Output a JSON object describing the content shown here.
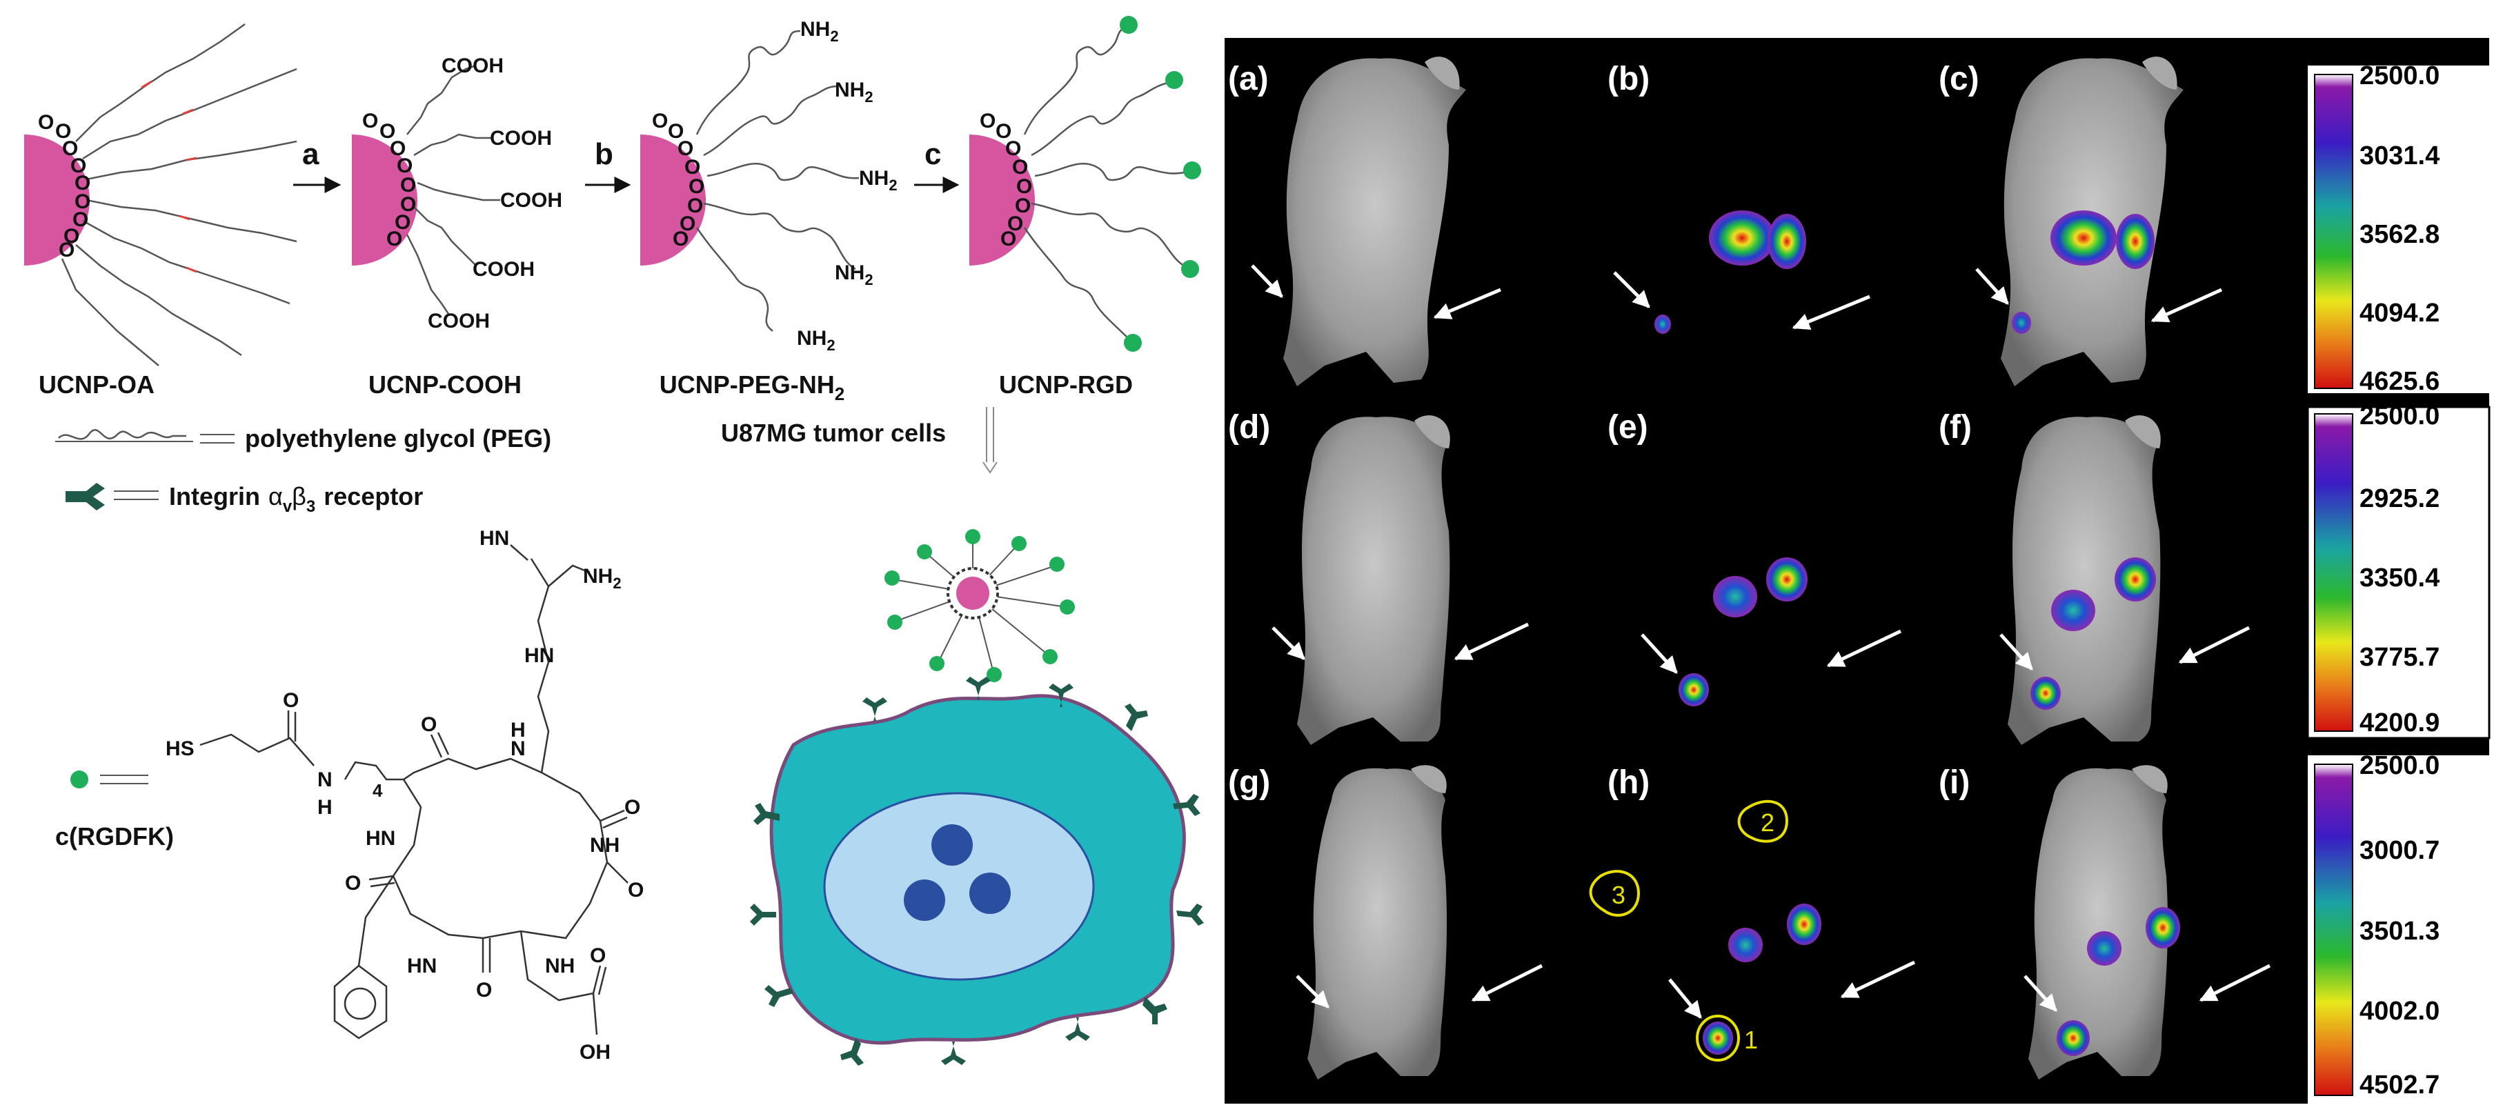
{
  "scheme": {
    "step_labels": [
      "a",
      "b",
      "c"
    ],
    "terminal_groups": {
      "cooh": "COOH",
      "nh2_main": "NH",
      "nh2_sub": "2",
      "o": "O"
    },
    "products": [
      "UCNP-OA",
      "UCNP-COOH",
      "UCNP-PEG-NH",
      "UCNP-RGD"
    ],
    "product_sub": "2",
    "legend": {
      "peg": "polyethylene glycol (PEG)",
      "integrin_prefix": "Integrin",
      "alpha": "α",
      "v": "v",
      "beta": "β",
      "three": "3",
      "receptor": "receptor"
    },
    "cell_label": "U87MG tumor cells",
    "rgd_label": "c(RGDFK)",
    "structure": {
      "HN": "HN",
      "NH": "NH",
      "NH2": "NH",
      "two": "2",
      "HS": "HS",
      "O": "O",
      "N": "N",
      "H": "H",
      "four": "4",
      "OH": "OH"
    }
  },
  "imaging": {
    "panel_labels": [
      "(a)",
      "(b)",
      "(c)",
      "(d)",
      "(e)",
      "(f)",
      "(g)",
      "(h)",
      "(i)"
    ],
    "roi_labels": [
      "1",
      "2",
      "3"
    ],
    "scalebars": [
      {
        "ticks": [
          "2500.0",
          "3031.4",
          "3562.8",
          "4094.2",
          "4625.6"
        ]
      },
      {
        "ticks": [
          "2500.0",
          "2925.2",
          "3350.4",
          "3775.7",
          "4200.9"
        ]
      },
      {
        "ticks": [
          "2500.0",
          "3000.7",
          "3501.3",
          "4002.0",
          "4502.7"
        ]
      }
    ],
    "colors": {
      "panel_bg": "#000000",
      "arrow": "#ffffff",
      "roi": "#e8e000",
      "nanoparticle": "#d6559f",
      "rgd": "#1fae5a",
      "cell_body": "#1fb7bd",
      "nucleus": "#b3d9f2",
      "nucleolus": "#2a4ea0"
    }
  }
}
